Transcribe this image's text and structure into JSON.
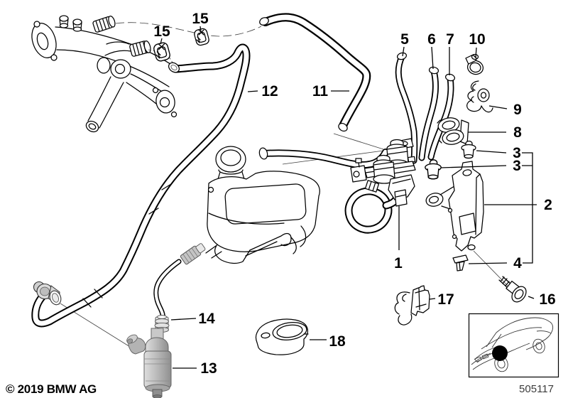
{
  "callouts": {
    "c1": "1",
    "c2": "2",
    "c3a": "3",
    "c3b": "3",
    "c4": "4",
    "c5": "5",
    "c6": "6",
    "c7": "7",
    "c8": "8",
    "c9": "9",
    "c10": "10",
    "c11": "11",
    "c12": "12",
    "c13": "13",
    "c14": "14",
    "c15a": "15",
    "c15b": "15",
    "c16": "16",
    "c17": "17",
    "c18": "18"
  },
  "footer": {
    "copyright": "© 2019 BMW AG",
    "part_number": "505117"
  },
  "colors": {
    "line": "#000000",
    "background": "#ffffff",
    "pump_gray": "#b9b9b9",
    "location_dot": "#000000"
  }
}
